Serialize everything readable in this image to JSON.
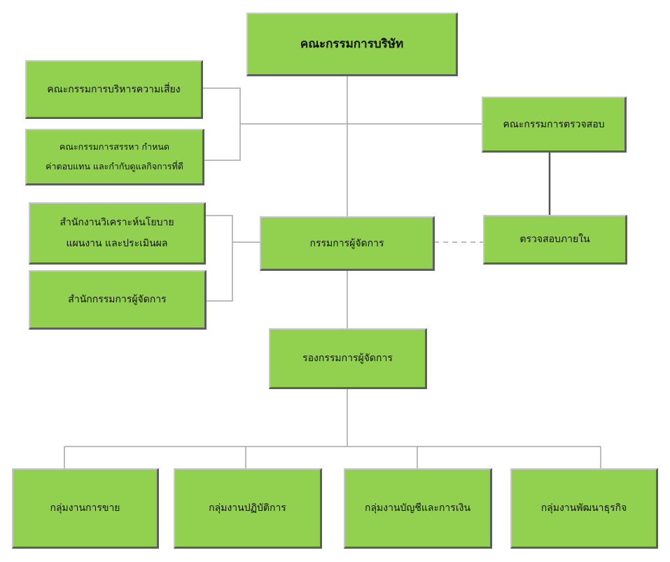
{
  "org_chart": {
    "board": "คณะกรรมการบริษัท",
    "risk_committee": "คณะกรรมการบริหารความเสี่ยง",
    "nomination_committee": {
      "line1": "คณะกรรมการสรรหา กำหนด",
      "line2": "ค่าตอบแทน และกำกับดูแลกิจการที่ดี"
    },
    "audit_committee": "คณะกรรมการตรวจสอบ",
    "policy_office": {
      "line1": "สำนักงานวิเคราะห์นโยบาย",
      "line2": "แผนงาน และประเมินผล"
    },
    "md_office": "สำนักกรรมการผู้จัดการ",
    "managing_director": "กรรมการผู้จัดการ",
    "internal_audit": "ตรวจสอบภายใน",
    "deputy_md": "รองกรรมการผู้จัดการ",
    "divisions": {
      "sales": "กลุ่มงานการขาย",
      "operations": "กลุ่มงานปฏิบัติการ",
      "accounting_finance": "กลุ่มงานบัญชีและการเงิน",
      "business_development": "กลุ่มงานพัฒนาธุรกิจ"
    }
  },
  "colors": {
    "box_fill": "#92d050",
    "connector": "#a6a6a6",
    "audit_connector": "#555555"
  }
}
